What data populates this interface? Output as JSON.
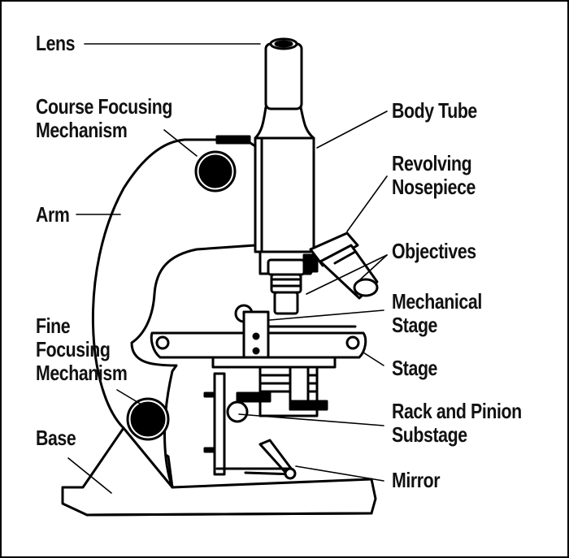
{
  "labels": {
    "lens": [
      "Lens"
    ],
    "course_focusing": [
      "Course Focusing",
      "Mechanism"
    ],
    "arm": [
      "Arm"
    ],
    "fine_focusing": [
      "Fine",
      "Focusing",
      "Mechanism"
    ],
    "base": [
      "Base"
    ],
    "body_tube": [
      "Body Tube"
    ],
    "revolving_nosepiece": [
      "Revolving",
      "Nosepiece"
    ],
    "objectives": [
      "Objectives"
    ],
    "mechanical_stage": [
      "Mechanical",
      "Stage"
    ],
    "stage": [
      "Stage"
    ],
    "rack_pinion": [
      "Rack and Pinion",
      "Substage"
    ],
    "mirror": [
      "Mirror"
    ]
  },
  "colors": {
    "ink": "#000000",
    "paper": "#ffffff"
  }
}
